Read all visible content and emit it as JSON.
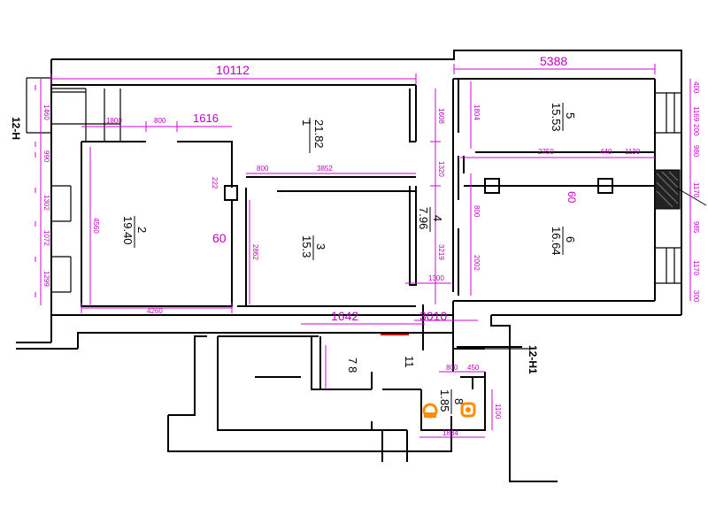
{
  "section_labels": {
    "left": "12-H",
    "right": "12-H1"
  },
  "rooms": [
    {
      "number": "1",
      "area": "21.82"
    },
    {
      "number": "2",
      "area": "19.40"
    },
    {
      "number": "3",
      "area": "15.3"
    },
    {
      "number": "4",
      "area": "7.96"
    },
    {
      "number": "5",
      "area": "15.53"
    },
    {
      "number": "6",
      "area": "16.64"
    },
    {
      "number": "7",
      "area": "8"
    },
    {
      "number": "11",
      "area": ""
    },
    {
      "number": "8",
      "area": "1.85"
    }
  ],
  "dimensions": {
    "top_total": "10112",
    "top_right": "5388",
    "d1616": "1616",
    "d800a": "800",
    "d1800": "1800",
    "d1460": "1460",
    "d990": "990",
    "d1302": "1302",
    "d1072": "1072",
    "d1299": "1299",
    "d4560": "4560",
    "d4260": "4260",
    "d222": "222",
    "d60a": "60",
    "d800b": "800",
    "d3852": "3852",
    "d2862": "2862",
    "d1608": "1608",
    "d1320": "1320",
    "d3219": "3219",
    "d1300": "1300",
    "d1642": "1642",
    "d3010": "3010",
    "d1804": "1804",
    "d2750": "2750",
    "d440": "440",
    "d1130": "1130",
    "d60b": "60",
    "d800c": "800",
    "d2002": "2002",
    "r1169": "1169",
    "r980": "980",
    "r1170": "1170",
    "r985": "985",
    "r1170b": "1170",
    "r300": "300",
    "r400": "400",
    "r200": "200",
    "d800d": "800",
    "d450": "450",
    "d1100": "1100",
    "d1884": "1884"
  }
}
